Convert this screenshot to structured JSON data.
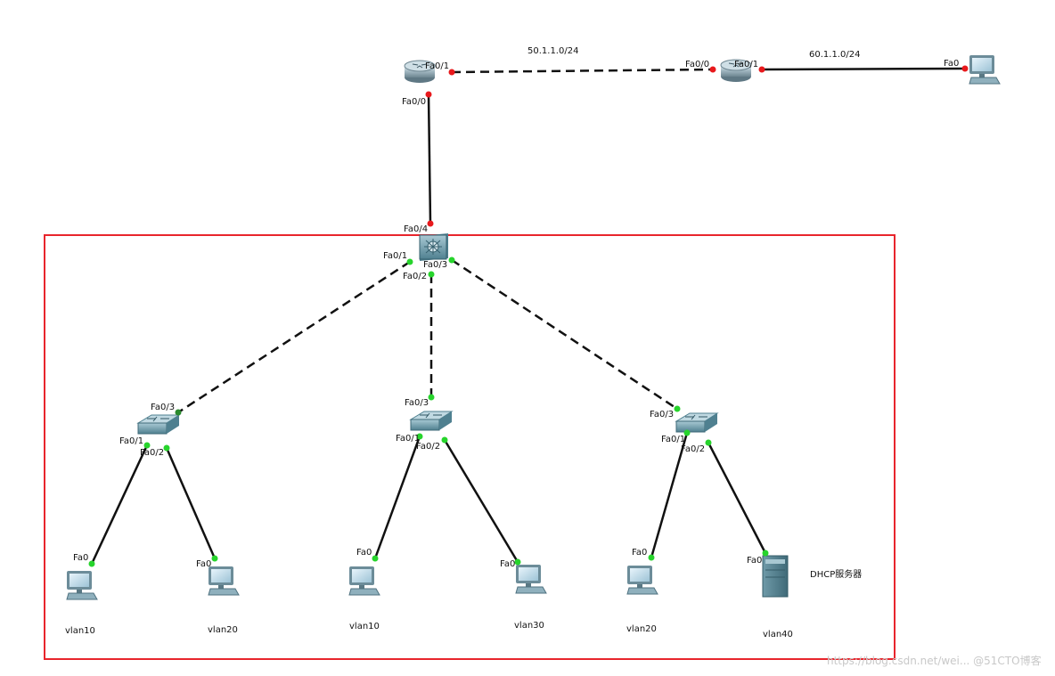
{
  "subnets": {
    "router_link": "50.1.1.0/24",
    "router_pc_link": "60.1.1.0/24"
  },
  "devices": {
    "router1": {
      "ports": {
        "fa01": "Fa0/1",
        "fa00": "Fa0/0"
      }
    },
    "router2": {
      "ports": {
        "fa00": "Fa0/0",
        "fa01": "Fa0/1"
      }
    },
    "remote_pc": {
      "ports": {
        "fa0": "Fa0"
      }
    },
    "core_switch": {
      "ports": {
        "fa04": "Fa0/4",
        "fa01": "Fa0/1",
        "fa02": "Fa0/2",
        "fa03": "Fa0/3"
      }
    },
    "switch_left": {
      "ports": {
        "fa03": "Fa0/3",
        "fa01": "Fa0/1",
        "fa02": "Fa0/2"
      }
    },
    "switch_mid": {
      "ports": {
        "fa03": "Fa0/3",
        "fa01": "Fa0/1",
        "fa02": "Fa0/2"
      }
    },
    "switch_right": {
      "ports": {
        "fa03": "Fa0/3",
        "fa01": "Fa0/1",
        "fa02": "Fa0/2"
      }
    },
    "pc1": {
      "port": "Fa0",
      "label": "vlan10"
    },
    "pc2": {
      "port": "Fa0",
      "label": "vlan20"
    },
    "pc3": {
      "port": "Fa0",
      "label": "vlan10"
    },
    "pc4": {
      "port": "Fa0",
      "label": "vlan30"
    },
    "pc5": {
      "port": "Fa0",
      "label": "vlan20"
    },
    "server": {
      "port": "Fa0",
      "label": "vlan40",
      "name": "DHCP服务器"
    }
  },
  "watermark": "https://blog.csdn.net/wei... @51CTO博客",
  "colors": {
    "boundary": "#e8252c",
    "link": "#111111",
    "port_down": "#e8191c",
    "port_up": "#27d42c"
  }
}
